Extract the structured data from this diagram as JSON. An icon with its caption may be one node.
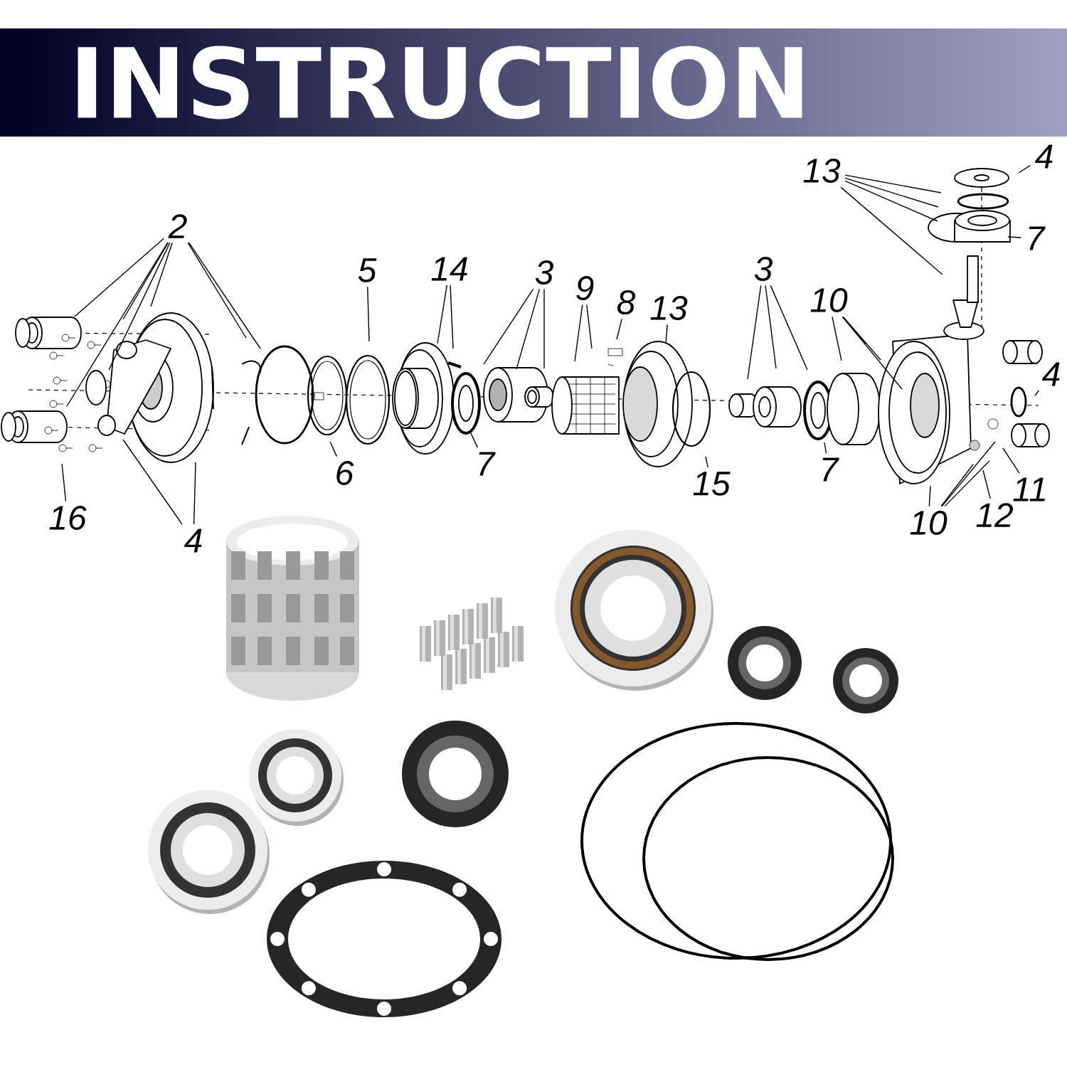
{
  "diagram": {
    "title": "INSTRUCTION",
    "nodes": [
      {
        "text": [
          "13"
        ]
      },
      {
        "text": [
          "4"
        ]
      },
      {
        "text": [
          "2"
        ]
      },
      {
        "text": [
          "7"
        ]
      },
      {
        "text": [
          "5"
        ]
      },
      {
        "text": [
          "14"
        ]
      },
      {
        "text": [
          "3"
        ]
      },
      {
        "text": [
          "3"
        ]
      },
      {
        "text": [
          "9"
        ]
      },
      {
        "text": [
          "8"
        ]
      },
      {
        "text": [
          "13"
        ]
      },
      {
        "text": [
          "10"
        ]
      },
      {
        "text": [
          "4"
        ]
      },
      {
        "text": [
          "7"
        ]
      },
      {
        "text": [
          "7"
        ]
      },
      {
        "text": [
          "6"
        ]
      },
      {
        "text": [
          "15"
        ]
      },
      {
        "text": [
          "11"
        ]
      },
      {
        "text": [
          "12"
        ]
      },
      {
        "text": [
          "16"
        ]
      },
      {
        "text": [
          "10"
        ]
      },
      {
        "text": [
          "4"
        ]
      }
    ],
    "edges": [
      {
        "from": 0,
        "to": null,
        "arrow": "none"
      },
      {
        "from": 0,
        "to": null,
        "arrow": "none"
      },
      {
        "from": 0,
        "to": null,
        "arrow": "none"
      },
      {
        "from": 0,
        "to": null,
        "arrow": "none"
      },
      {
        "from": 1,
        "to": null,
        "arrow": "none"
      },
      {
        "from": 2,
        "to": null,
        "arrow": "none"
      },
      {
        "from": 2,
        "to": null,
        "arrow": "none"
      },
      {
        "from": 2,
        "to": null,
        "arrow": "none"
      },
      {
        "from": 2,
        "to": null,
        "arrow": "none"
      },
      {
        "from": 2,
        "to": null,
        "arrow": "none"
      },
      {
        "from": 2,
        "to": null,
        "arrow": "none"
      },
      {
        "from": 2,
        "to": null,
        "arrow": "none"
      },
      {
        "from": 3,
        "to": null,
        "arrow": "none"
      },
      {
        "from": 4,
        "to": null,
        "arrow": "none"
      },
      {
        "from": 5,
        "to": null,
        "arrow": "none"
      },
      {
        "from": 5,
        "to": null,
        "arrow": "none"
      },
      {
        "from": 6,
        "to": null,
        "arrow": "none"
      },
      {
        "from": 6,
        "to": null,
        "arrow": "none"
      },
      {
        "from": 6,
        "to": null,
        "arrow": "none"
      },
      {
        "from": 7,
        "to": null,
        "arrow": "none"
      },
      {
        "from": 7,
        "to": null,
        "arrow": "none"
      },
      {
        "from": 7,
        "to": null,
        "arrow": "none"
      },
      {
        "from": 8,
        "to": null,
        "arrow": "none"
      },
      {
        "from": 8,
        "to": null,
        "arrow": "none"
      },
      {
        "from": 9,
        "to": null,
        "arrow": "none"
      },
      {
        "from": 10,
        "to": null,
        "arrow": "none"
      },
      {
        "from": 11,
        "to": null,
        "arrow": "none"
      },
      {
        "from": 11,
        "to": null,
        "arrow": "none"
      },
      {
        "from": 11,
        "to": null,
        "arrow": "none"
      },
      {
        "from": 11,
        "to": null,
        "arrow": "none"
      },
      {
        "from": 12,
        "to": null,
        "arrow": "none"
      },
      {
        "from": 13,
        "to": null,
        "arrow": "none"
      },
      {
        "from": 14,
        "to": null,
        "arrow": "none"
      },
      {
        "from": 15,
        "to": null,
        "arrow": "none"
      },
      {
        "from": 16,
        "to": null,
        "arrow": "none"
      },
      {
        "from": 17,
        "to": null,
        "arrow": "none"
      },
      {
        "from": 18,
        "to": null,
        "arrow": "none"
      },
      {
        "from": 19,
        "to": null,
        "arrow": "none"
      },
      {
        "from": 20,
        "to": null,
        "arrow": "none"
      },
      {
        "from": 20,
        "to": null,
        "arrow": "none"
      },
      {
        "from": 20,
        "to": null,
        "arrow": "none"
      },
      {
        "from": 20,
        "to": null,
        "arrow": "none"
      },
      {
        "from": 21,
        "to": null,
        "arrow": "none"
      },
      {
        "from": 21,
        "to": null,
        "arrow": "none"
      }
    ]
  }
}
